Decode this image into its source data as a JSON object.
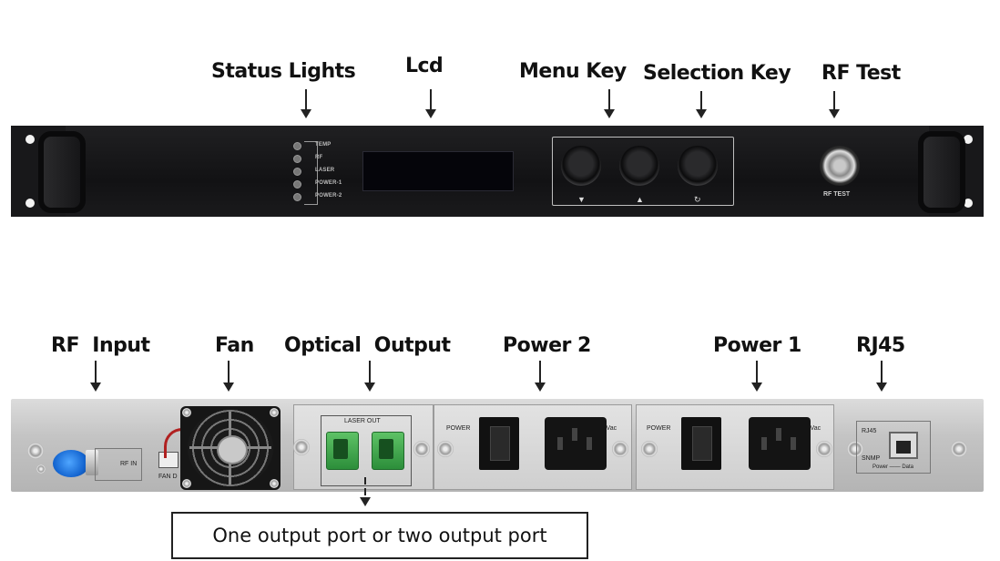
{
  "front": {
    "callouts": {
      "status_lights": "Status Lights",
      "lcd": "Lcd",
      "menu_key": "Menu Key",
      "selection_key": "Selection Key",
      "rf_test": "RF Test"
    },
    "leds": [
      "TEMP",
      "RF",
      "LASER",
      "POWER-1",
      "POWER-2"
    ],
    "key_glyphs": [
      "▼",
      "▲",
      "↻"
    ],
    "rf_test_label": "RF TEST"
  },
  "rear": {
    "callouts": {
      "rf_input": "RF  Input",
      "fan": "Fan",
      "optical_output": "Optical  Output",
      "power2": "Power 2",
      "power1": "Power 1",
      "rj45": "RJ45"
    },
    "labels": {
      "rf_in": "RF IN",
      "fan_d": "FAN D",
      "laser_out": "LASER OUT",
      "power_left": "POWER",
      "power_right": "POWER",
      "vac_left": "90~250Vac",
      "vac_right": "90~250Vac",
      "rj45_small": "RJ45",
      "snmp": "SNMP",
      "power_data": "Power —— Data"
    },
    "caption": "One output port or two output port"
  },
  "colors": {
    "front_panel": "#141416",
    "rear_panel": "#c8c8c8",
    "sc_connector": "#3fae49"
  }
}
